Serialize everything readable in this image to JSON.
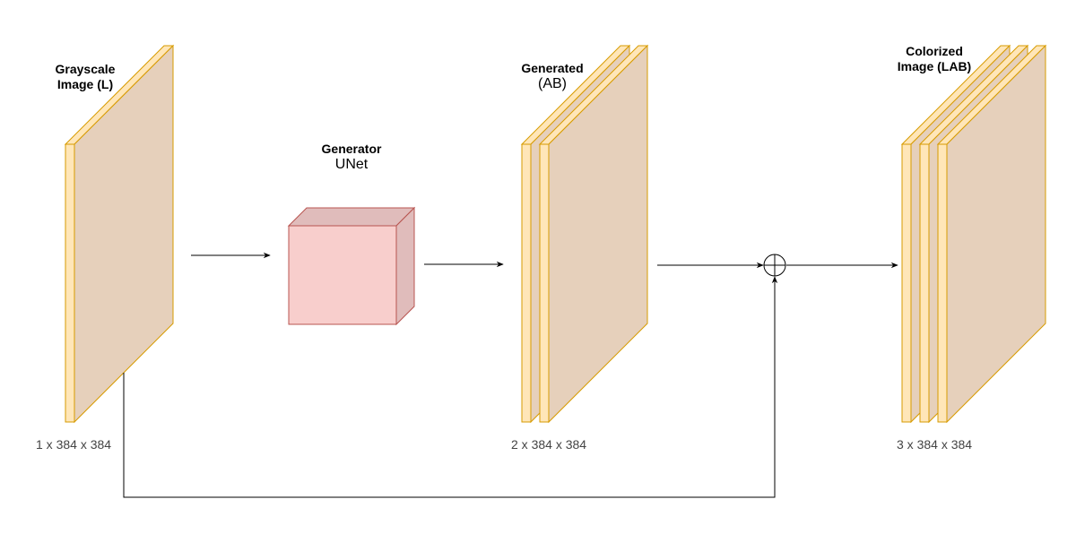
{
  "input": {
    "title_line1": "Grayscale",
    "title_line2": "Image (L)",
    "dims": "1 x 384 x 384"
  },
  "generator": {
    "title_line1": "Generator",
    "title_line2": "UNet"
  },
  "generated": {
    "title_line1": "Generated",
    "title_line2": "(AB)",
    "dims": "2 x 384 x 384"
  },
  "output": {
    "title_line1": "Colorized",
    "title_line2": "Image (LAB)",
    "dims": "3 x 384 x 384"
  },
  "colors": {
    "layer_face": "#E6D0BB",
    "layer_edge": "#FFE6B8",
    "layer_stroke": "#D79B00",
    "cube_front": "#F8CECC",
    "cube_side": "#E0BCBB",
    "cube_stroke": "#B85450",
    "line": "#000000"
  }
}
